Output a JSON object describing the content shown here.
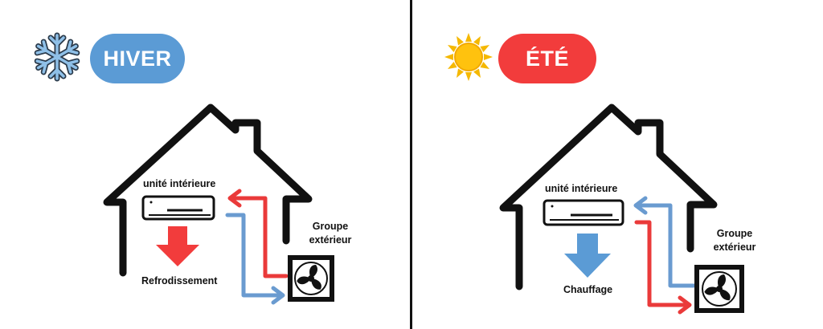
{
  "winter": {
    "badge": "HIVER",
    "badge_color": "#5b9bd5",
    "icon": "snowflake-icon",
    "indoor_unit_label": "unité intérieure",
    "outdoor_unit_label_line1": "Groupe",
    "outdoor_unit_label_line2": "extérieur",
    "effect_label": "Refrodissement",
    "effect_arrow_color": "#f23c3c"
  },
  "summer": {
    "badge": "ÉTÉ",
    "badge_color": "#f23c3c",
    "icon": "sun-icon",
    "indoor_unit_label": "unité intérieure",
    "outdoor_unit_label_line1": "Groupe",
    "outdoor_unit_label_line2": "extérieur",
    "effect_label": "Chauffage",
    "effect_arrow_color": "#5b9bd5"
  },
  "colors": {
    "hot_pipe": "#ea3a3a",
    "cold_pipe": "#6a9bd0",
    "outline": "#111111"
  }
}
